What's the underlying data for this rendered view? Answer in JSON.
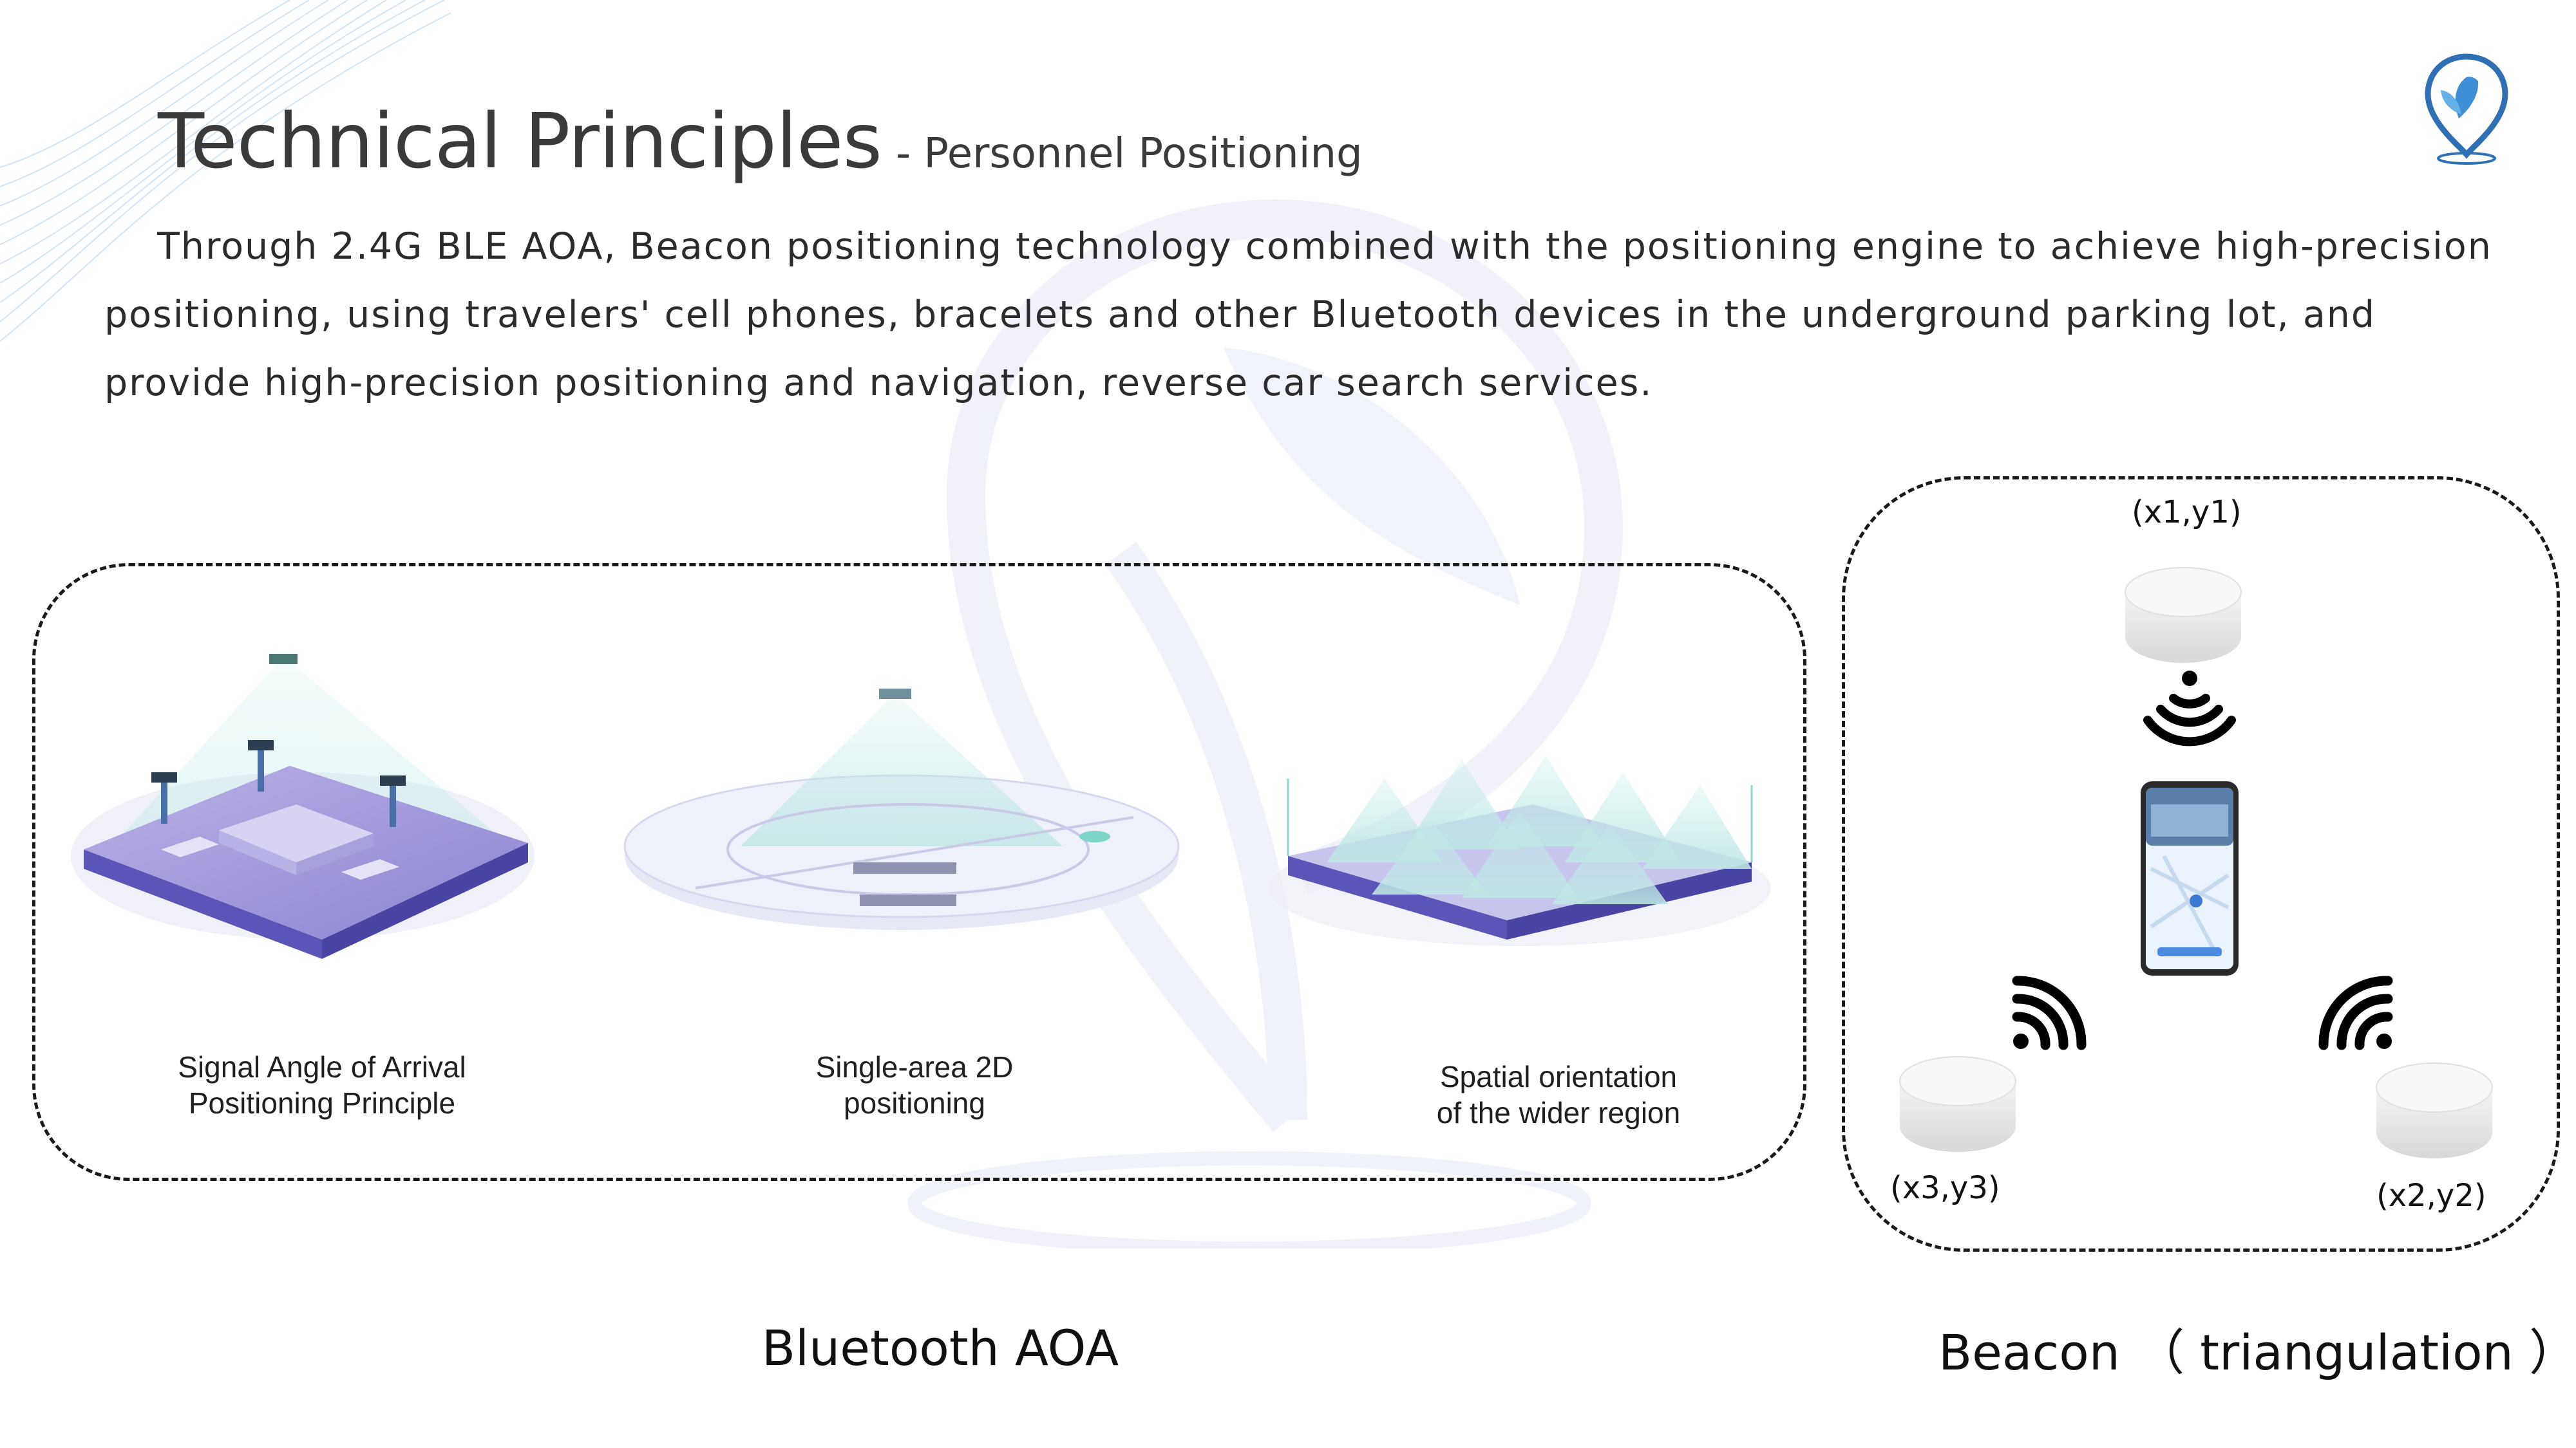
{
  "header": {
    "title": "Technical Principles",
    "subtitle": "- Personnel Positioning"
  },
  "intro": {
    "text": "Through 2.4G BLE AOA, Beacon positioning technology combined with the positioning engine to achieve high-precision positioning, using travelers' cell phones, bracelets and other Bluetooth devices in the underground parking lot, and provide high-precision positioning and navigation, reverse car search services."
  },
  "aoa": {
    "section_label": "Bluetooth AOA",
    "captions": [
      "Signal Angle of Arrival\nPositioning Principle",
      "Single-area 2D\npositioning",
      "Spatial orientation\nof the wider region"
    ]
  },
  "beacon": {
    "section_label": "Beacon （ triangulation ）",
    "coords": {
      "top": "(x1,y1)",
      "left": "(x3,y3)",
      "right": "(x2,y2)"
    }
  },
  "icons": {
    "logo": "butterfly-location-pin-logo",
    "watermark": "butterfly-watermark",
    "signal": "wifi-signal-icon",
    "beacon": "beacon-device",
    "phone": "smartphone-map-app"
  },
  "colors": {
    "platform": "#5c55b8",
    "cone": "#bfe6e4",
    "watermark": "#eef0f8",
    "wave": "#cfe3f5"
  }
}
